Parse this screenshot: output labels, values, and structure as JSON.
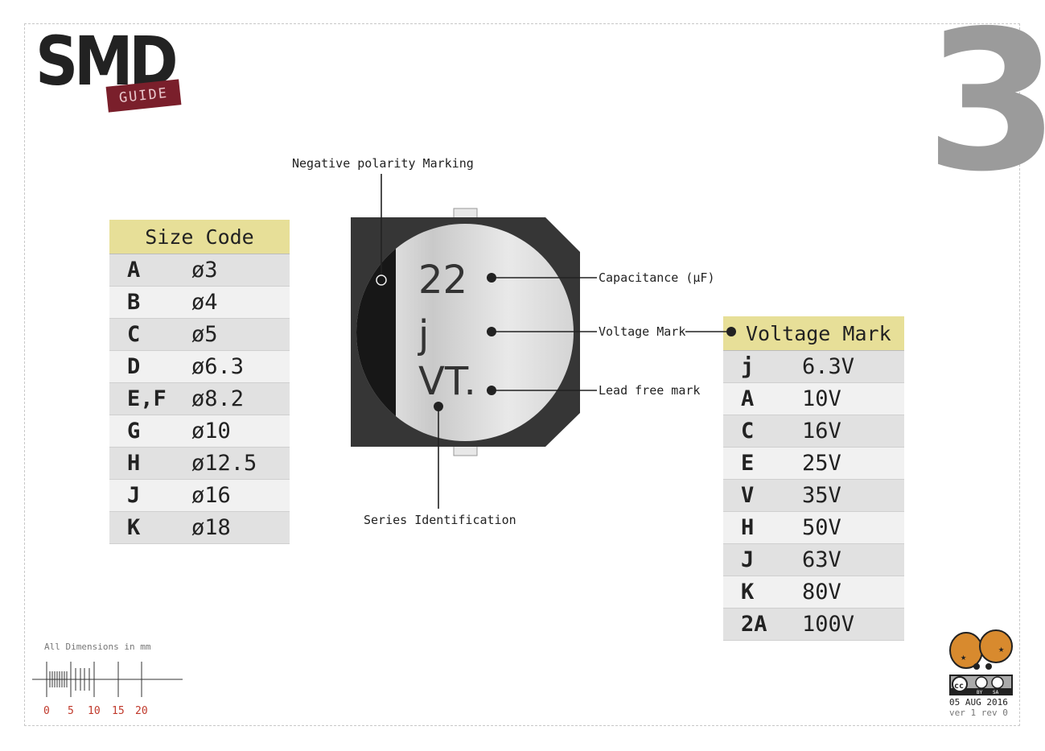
{
  "header": {
    "logo_main": "SMD",
    "logo_sub": "GUIDE",
    "page_number": "3"
  },
  "component": {
    "marking_lines": [
      "22",
      "j",
      "VT."
    ],
    "callouts": {
      "negative_polarity": "Negative polarity Marking",
      "capacitance": "Capacitance (µF)",
      "voltage": "Voltage Mark",
      "lead_free": "Lead free mark",
      "series": "Series Identification"
    }
  },
  "size_code": {
    "title": "Size Code",
    "rows": [
      {
        "code": "A",
        "value": "ø3"
      },
      {
        "code": "B",
        "value": "ø4"
      },
      {
        "code": "C",
        "value": "ø5"
      },
      {
        "code": "D",
        "value": "ø6.3"
      },
      {
        "code": "E,F",
        "value": "ø8.2"
      },
      {
        "code": "G",
        "value": "ø10"
      },
      {
        "code": "H",
        "value": "ø12.5"
      },
      {
        "code": "J",
        "value": "ø16"
      },
      {
        "code": "K",
        "value": "ø18"
      }
    ]
  },
  "voltage_mark": {
    "title": "Voltage Mark",
    "rows": [
      {
        "code": "j",
        "value": "6.3V"
      },
      {
        "code": "A",
        "value": "10V"
      },
      {
        "code": "C",
        "value": "16V"
      },
      {
        "code": "E",
        "value": "25V"
      },
      {
        "code": "V",
        "value": "35V"
      },
      {
        "code": "H",
        "value": "50V"
      },
      {
        "code": "J",
        "value": "63V"
      },
      {
        "code": "K",
        "value": "80V"
      },
      {
        "code": "2A",
        "value": "100V"
      }
    ]
  },
  "footer": {
    "dimensions_note": "All Dimensions in mm",
    "ruler_numbers": [
      "0",
      "5",
      "10",
      "15",
      "20"
    ],
    "license_marks": [
      "BY",
      "SA"
    ],
    "date": "05 AUG 2016",
    "version": "ver 1 rev 0"
  },
  "colors": {
    "header_fill": "#e7df98",
    "logo_badge": "#7a1f2b",
    "component_body": "#363636",
    "ruler_numbers": "#c0392b",
    "mascot": "#d88a2e"
  }
}
